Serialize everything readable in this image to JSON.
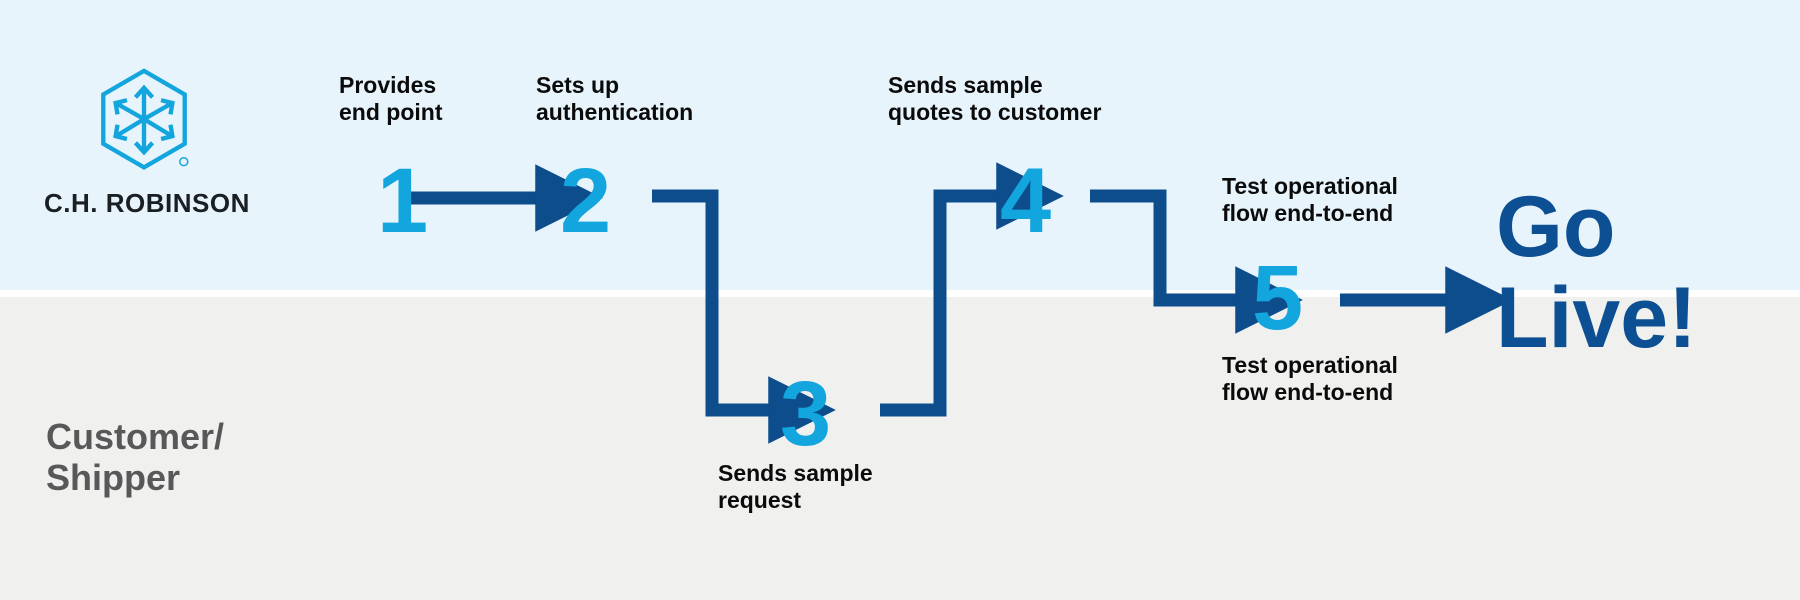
{
  "meta": {
    "title": "C.H. Robinson integration process flow",
    "accent_blue": "#13a5dd",
    "deep_blue": "#0c4f92",
    "connector_blue": "#0d4d8c",
    "band_top_color": "#e8f4fc",
    "band_bottom_color": "#f0f0ef",
    "text_color": "#0b0b0b",
    "lane_label_color": "#585858"
  },
  "brand": {
    "wordmark": "C.H. ROBINSON",
    "logo_icon": "hexagon-arrows-logo",
    "registered_mark": "®"
  },
  "lanes": [
    {
      "id": "lane-provider",
      "label": ""
    },
    {
      "id": "lane-customer",
      "label": "Customer/\nShipper"
    }
  ],
  "steps": [
    {
      "number": "1",
      "caption": "Provides\nend point",
      "lane": "provider"
    },
    {
      "number": "2",
      "caption": "Sets up\nauthentication",
      "lane": "provider"
    },
    {
      "number": "3",
      "caption": "Sends sample\nrequest",
      "lane": "customer"
    },
    {
      "number": "4",
      "caption": "Sends sample\nquotes to customer",
      "lane": "provider"
    },
    {
      "number": "5",
      "caption": "Test operational\nflow end-to-end",
      "caption_below": "Test operational\nflow end-to-end",
      "lane": "boundary"
    }
  ],
  "outcome": {
    "label": "Go\nLive!"
  },
  "connectors": [
    {
      "id": "arrow-1-to-2",
      "kind": "straight-arrow-right"
    },
    {
      "id": "elbow-2-to-3",
      "kind": "elbow-down-right-arrow"
    },
    {
      "id": "elbow-3-to-4",
      "kind": "elbow-right-up-arrow"
    },
    {
      "id": "elbow-4-to-5",
      "kind": "elbow-right-down-arrow"
    },
    {
      "id": "arrow-5-to-golive",
      "kind": "straight-arrow-right"
    }
  ]
}
